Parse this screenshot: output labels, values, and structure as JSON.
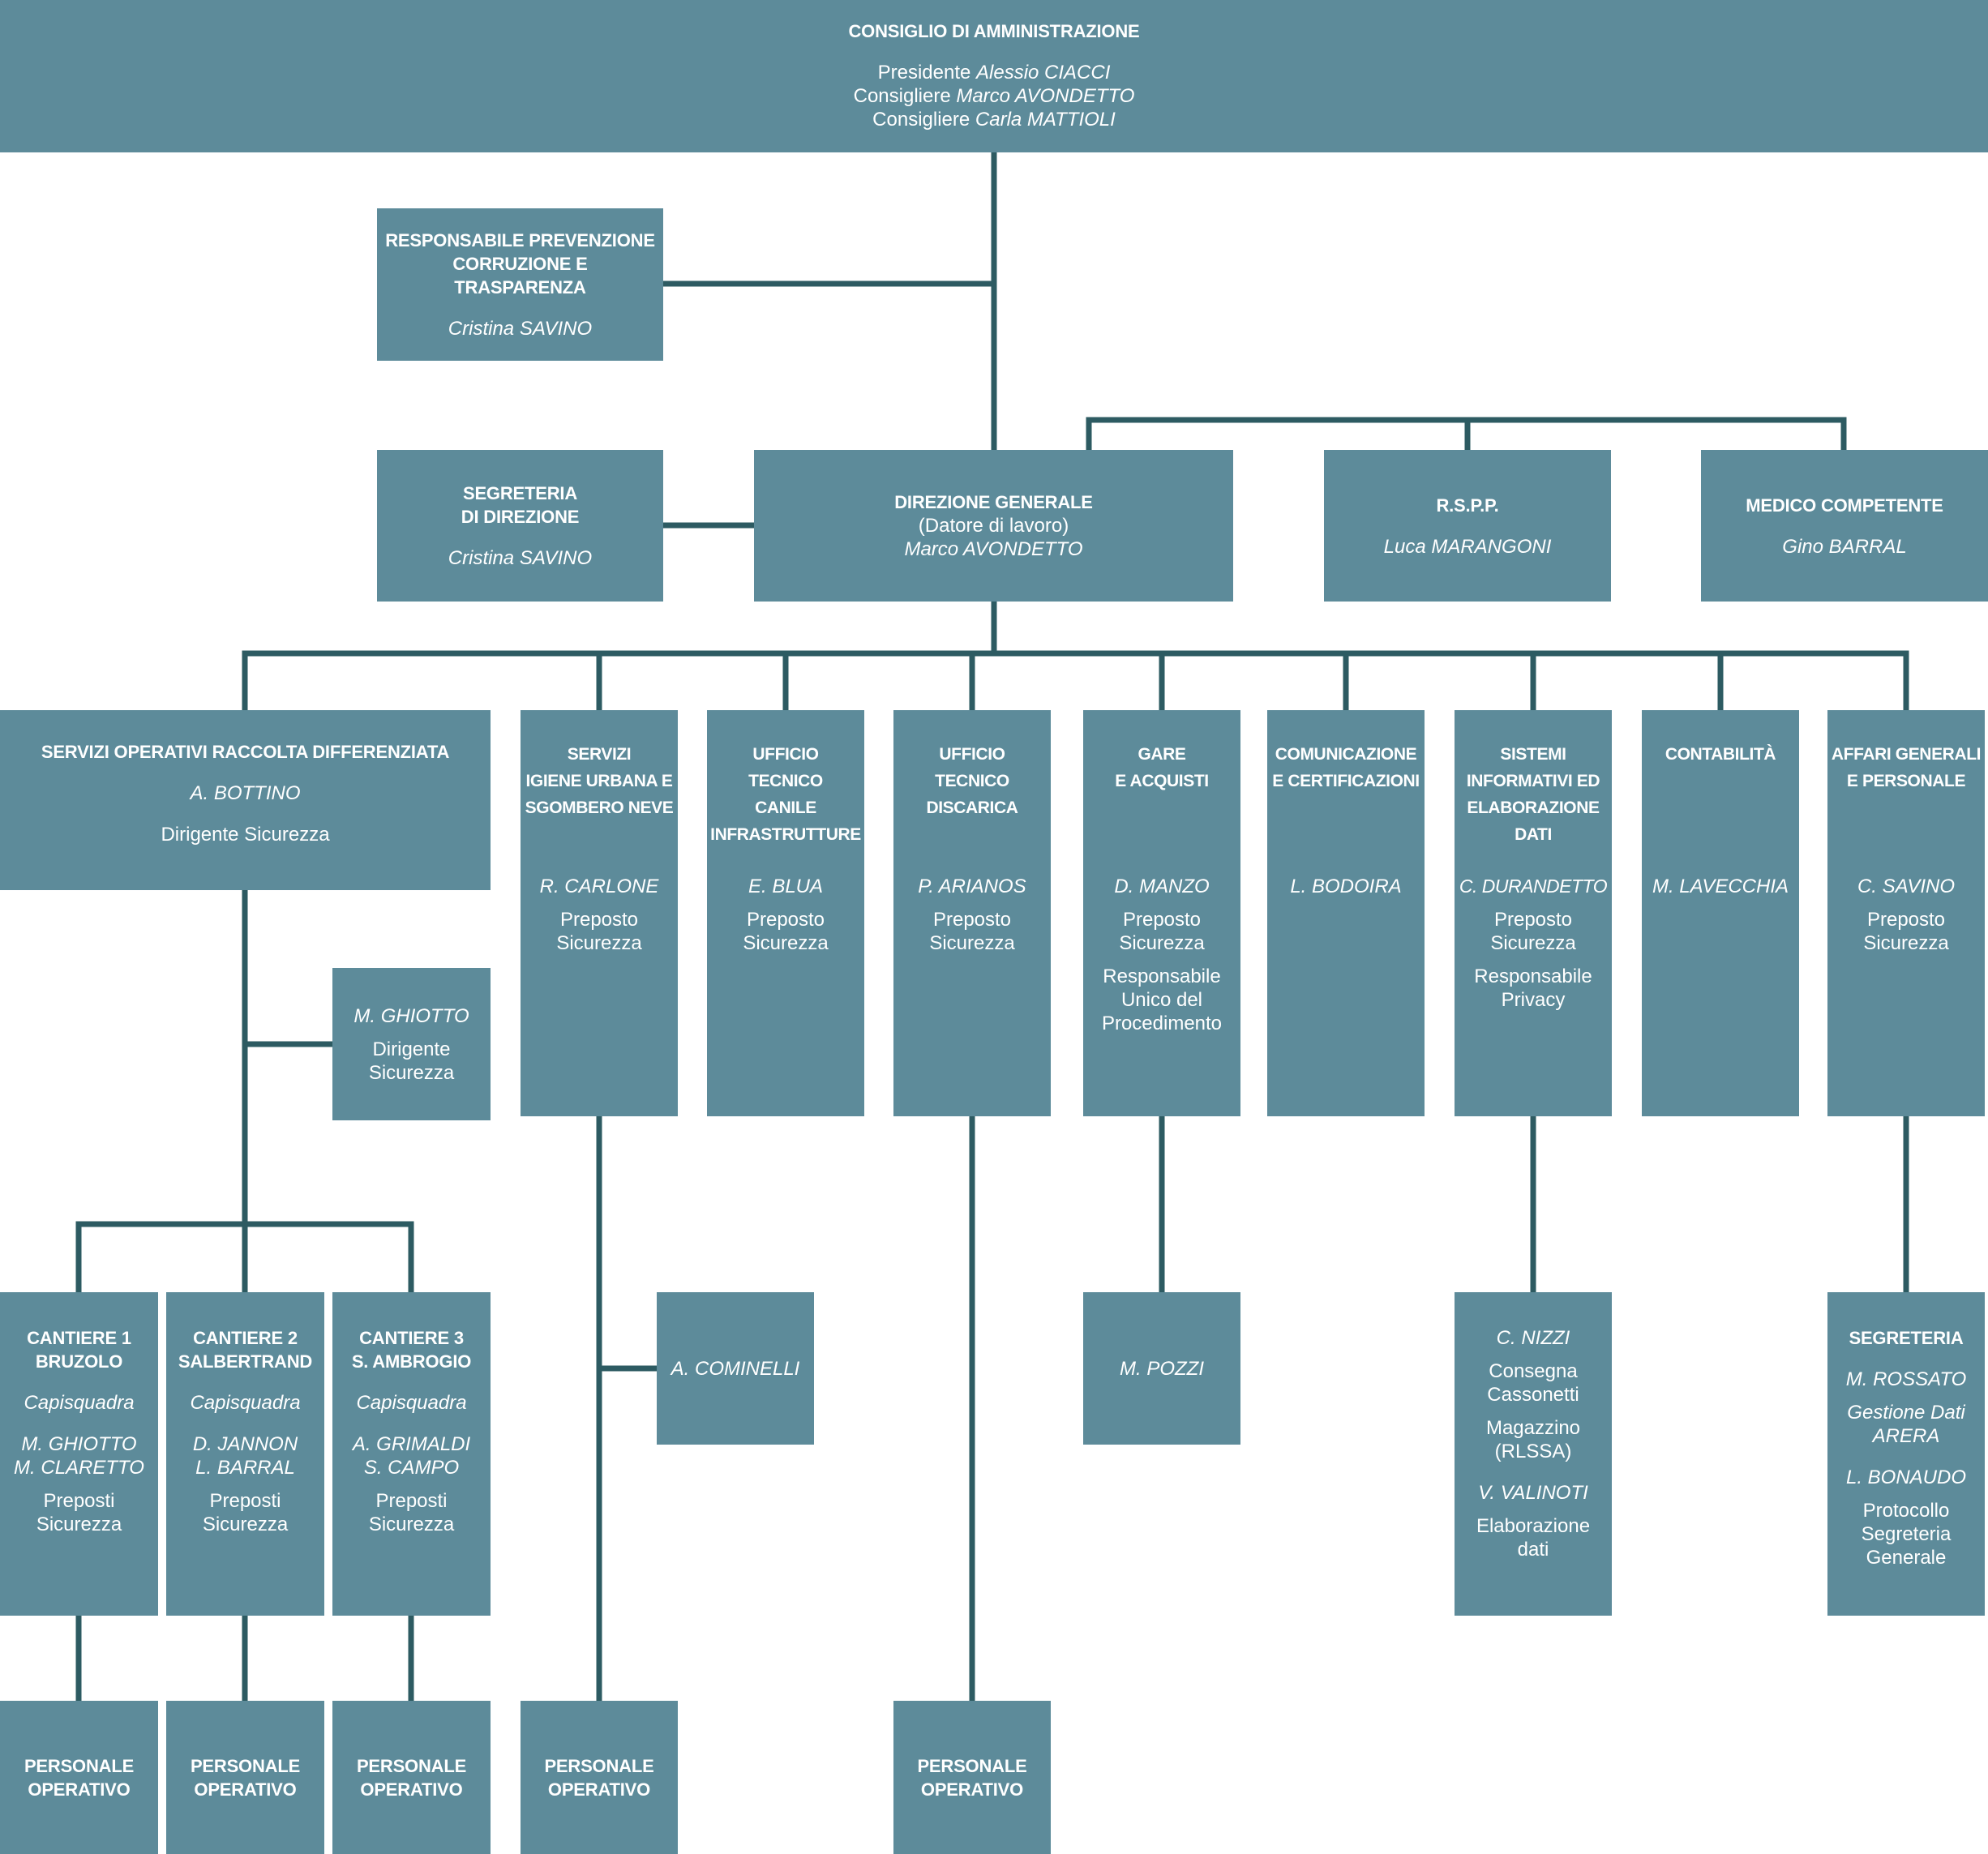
{
  "colors": {
    "box_fill": "#5d8b9a",
    "connector": "#2d5b62",
    "text": "#ffffff"
  },
  "board": {
    "title": "CONSIGLIO DI AMMINISTRAZIONE",
    "members": [
      {
        "role": "Presidente",
        "name": "Alessio CIACCI"
      },
      {
        "role": "Consigliere",
        "name": "Marco AVONDETTO"
      },
      {
        "role": "Consigliere",
        "name": "Carla MATTIOLI"
      }
    ]
  },
  "rpct": {
    "title": "RESPONSABILE PREVENZIONE\nCORRUZIONE E TRASPARENZA",
    "name": "Cristina SAVINO"
  },
  "segreteria_direzione": {
    "title": "SEGRETERIA\nDI DIREZIONE",
    "name": "Cristina SAVINO"
  },
  "direzione_generale": {
    "title": "DIREZIONE GENERALE",
    "subtitle": "(Datore di lavoro)",
    "name": "Marco AVONDETTO"
  },
  "rspp": {
    "title": "R.S.P.P.",
    "name": "Luca MARANGONI"
  },
  "medico": {
    "title": "MEDICO COMPETENTE",
    "name": "Gino BARRAL"
  },
  "departments": [
    {
      "title": "SERVIZI OPERATIVI RACCOLTA DIFFERENZIATA",
      "name": "A. BOTTINO",
      "roles": [
        "Dirigente Sicurezza"
      ]
    },
    {
      "title": "SERVIZI\nIGIENE URBANA E\nSGOMBERO NEVE",
      "name": "R. CARLONE",
      "roles": [
        "Preposto\nSicurezza"
      ]
    },
    {
      "title": "UFFICIO\nTECNICO\nCANILE\nINFRASTRUTTURE",
      "name": "E. BLUA",
      "roles": [
        "Preposto\nSicurezza"
      ]
    },
    {
      "title": "UFFICIO\nTECNICO\nDISCARICA",
      "name": "P. ARIANOS",
      "roles": [
        "Preposto\nSicurezza"
      ]
    },
    {
      "title": "GARE\nE ACQUISTI",
      "name": "D. MANZO",
      "roles": [
        "Preposto\nSicurezza",
        "Responsabile\nUnico del\nProcedimento"
      ]
    },
    {
      "title": "COMUNICAZIONE\nE CERTIFICAZIONI",
      "name": "L. BODOIRA",
      "roles": []
    },
    {
      "title": "SISTEMI\nINFORMATIVI ED\nELABORAZIONE\nDATI",
      "name": "C. DURANDETTO",
      "roles": [
        "Preposto\nSicurezza",
        "Responsabile\nPrivacy"
      ]
    },
    {
      "title": "CONTABILITÀ",
      "name": "M. LAVECCHIA",
      "roles": []
    },
    {
      "title": "AFFARI GENERALI\nE PERSONALE",
      "name": "C. SAVINO",
      "roles": [
        "Preposto\nSicurezza"
      ]
    }
  ],
  "ghiotto": {
    "name": "M. GHIOTTO",
    "role": "Dirigente\nSicurezza"
  },
  "cantieri": [
    {
      "title": "CANTIERE 1\nBRUZOLO",
      "label": "Capisquadra",
      "names": "M. GHIOTTO\nM. CLARETTO",
      "role": "Preposti\nSicurezza"
    },
    {
      "title": "CANTIERE 2\nSALBERTRAND",
      "label": "Capisquadra",
      "names": "D. JANNON\nL. BARRAL",
      "role": "Preposti\nSicurezza"
    },
    {
      "title": "CANTIERE 3\nS. AMBROGIO",
      "label": "Capisquadra",
      "names": "A. GRIMALDI\nS. CAMPO",
      "role": "Preposti\nSicurezza"
    }
  ],
  "cominelli": {
    "name": "A. COMINELLI"
  },
  "pozzi": {
    "name": "M. POZZI"
  },
  "sistemi_staff": [
    {
      "name": "C. NIZZI",
      "roles": [
        "Consegna\nCassonetti",
        "Magazzino\n(RLSSA)"
      ]
    },
    {
      "name": "V. VALINOTI",
      "roles": [
        "Elaborazione\ndati"
      ]
    }
  ],
  "segreteria_generale": {
    "title": "SEGRETERIA",
    "people": [
      {
        "name": "M. ROSSATO",
        "role": "Gestione Dati\nARERA"
      },
      {
        "name": "L. BONAUDO",
        "role": "Protocollo\nSegreteria\nGenerale"
      }
    ]
  },
  "personale_label": "PERSONALE\nOPERATIVO"
}
